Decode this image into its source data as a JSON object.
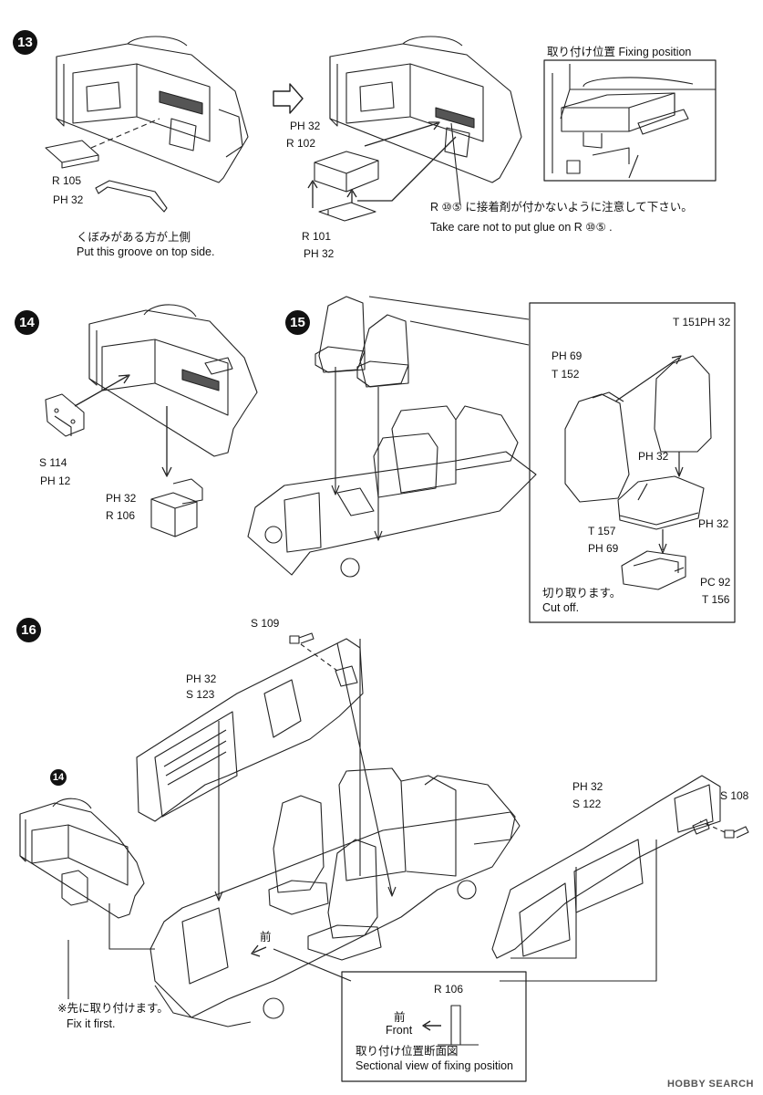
{
  "steps": {
    "s13": "13",
    "s14": "14",
    "s15": "15",
    "s16": "16",
    "s14_ref": "14"
  },
  "parts": {
    "p13_r105": "R 105",
    "p13_ph32": "PH 32",
    "p13b_ph32": "PH 32",
    "p13b_r102": "R 102",
    "p13b_r101": "R 101",
    "p13b_ph32b": "PH 32",
    "p14_s114": "S 114",
    "p14_ph12": "PH 12",
    "p14_ph32": "PH 32",
    "p14_r106": "R 106",
    "p15_t151": "T 151",
    "p15_ph32a": "PH 32",
    "p15_ph69": "PH 69",
    "p15_t152": "T 152",
    "p15_ph32b": "PH 32",
    "p15_ph32c": "PH 32",
    "p15_t157": "T 157",
    "p15_ph69b": "PH 69",
    "p15_pc92": "PC 92",
    "p15_t156": "T 156",
    "p16_s109": "S 109",
    "p16_ph32": "PH 32",
    "p16_s123": "S 123",
    "p16_ph32b": "PH 32",
    "p16_s122": "S 122",
    "p16_s108": "S 108",
    "p16_r106": "R 106"
  },
  "notes": {
    "n13_groove_jp": "くぼみがある方が上側",
    "n13_groove_en": "Put this groove on top side.",
    "n13_fix_title": "取り付け位置 Fixing position",
    "n13_glue_jp": "R ⑩⑤ に接着剤が付かないように注意して下さい。",
    "n13_glue_en": "Take care not to put glue on R ⑩⑤ .",
    "n15_cut_jp": "切り取ります。",
    "n15_cut_en": "Cut off.",
    "n16_first_jp": "※先に取り付けます。",
    "n16_first_en": "Fix it first.",
    "n16_front_jp": "前",
    "n16_front_en": "Front",
    "n16_front_small": "前",
    "n16_section_jp": "取り付け位置断面図",
    "n16_section_en": "Sectional view of fixing position"
  },
  "watermark": "HOBBY SEARCH"
}
